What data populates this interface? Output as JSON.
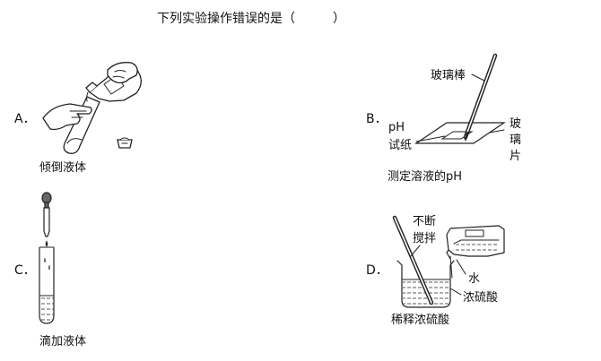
{
  "question": {
    "text": "下列实验操作错误的是（　　　）"
  },
  "options": {
    "a": {
      "letter": "A．",
      "caption": "倾倒液体"
    },
    "b": {
      "letter": "B．",
      "caption": "测定溶液的pH",
      "labels": {
        "rod": "玻璃棒",
        "ph": "pH",
        "paper": "试纸",
        "glass": [
          "玻",
          "璃",
          "片"
        ]
      }
    },
    "c": {
      "letter": "C．",
      "caption": "滴加液体"
    },
    "d": {
      "letter": "D．",
      "caption": "稀释浓硫酸",
      "labels": {
        "stir1": "不断",
        "stir2": "搅拌",
        "water": "水",
        "acid": "浓硫酸"
      }
    }
  }
}
